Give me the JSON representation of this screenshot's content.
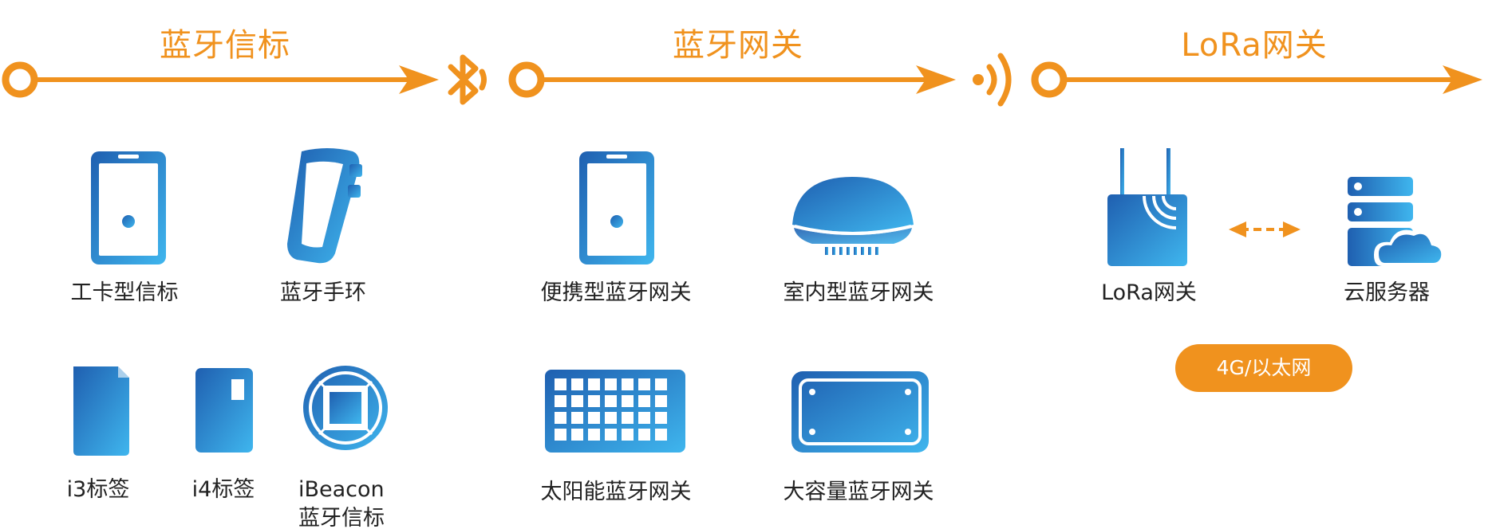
{
  "colors": {
    "accent": "#f0921e",
    "device_start": "#1f5fb0",
    "device_end": "#3fb6ee",
    "text": "#222222"
  },
  "sections": [
    {
      "title": "蓝牙信标"
    },
    {
      "title": "蓝牙网关"
    },
    {
      "title": "LoRa网关"
    }
  ],
  "connectors": [
    "bluetooth-icon",
    "wireless-signal-icon"
  ],
  "devices": {
    "badge_beacon": {
      "label": "工卡型信标",
      "icon": "badge-beacon-icon"
    },
    "bracelet": {
      "label": "蓝牙手环",
      "icon": "bracelet-icon"
    },
    "i3_tag": {
      "label": "i3标签",
      "icon": "i3-tag-icon"
    },
    "i4_tag": {
      "label": "i4标签",
      "icon": "i4-tag-icon"
    },
    "ibeacon": {
      "label_line1": "iBeacon",
      "label_line2": "蓝牙信标",
      "icon": "ibeacon-icon"
    },
    "portable_gateway": {
      "label": "便携型蓝牙网关",
      "icon": "portable-gateway-icon"
    },
    "indoor_gateway": {
      "label": "室内型蓝牙网关",
      "icon": "indoor-gateway-icon"
    },
    "solar_gateway": {
      "label": "太阳能蓝牙网关",
      "icon": "solar-panel-icon"
    },
    "large_gateway": {
      "label": "大容量蓝牙网关",
      "icon": "large-capacity-gateway-icon"
    },
    "lora_gateway": {
      "label": "LoRa网关",
      "icon": "lora-router-icon"
    },
    "cloud_server": {
      "label": "云服务器",
      "icon": "cloud-server-icon"
    }
  },
  "link": {
    "icon": "bidirectional-arrow-icon",
    "label": "4G/以太网"
  }
}
